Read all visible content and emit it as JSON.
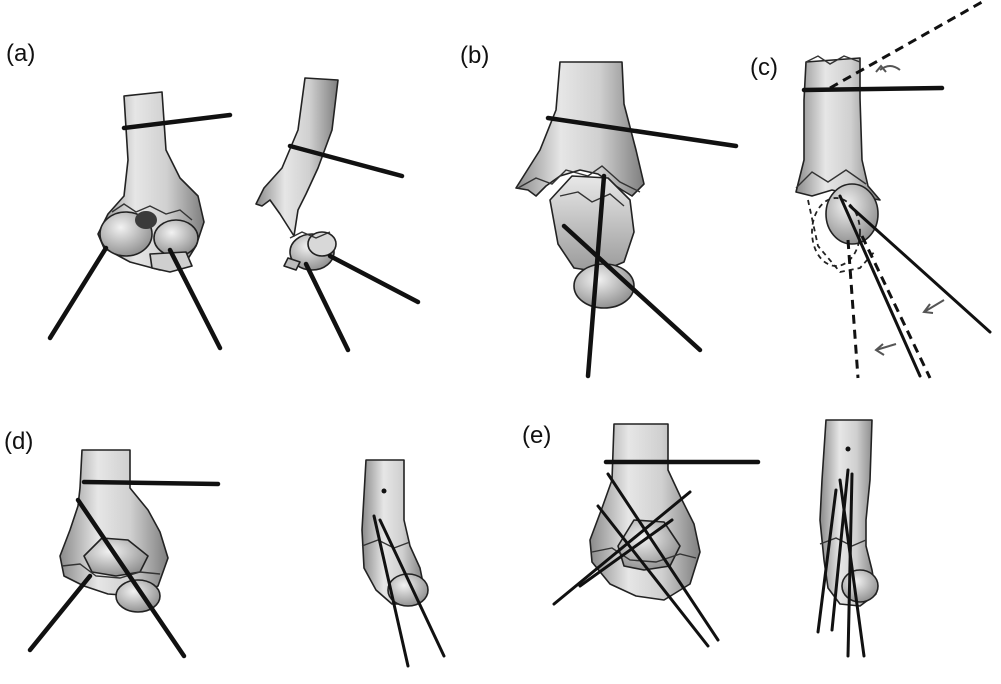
{
  "panels": [
    {
      "id": "a",
      "label": "(a)"
    },
    {
      "id": "b",
      "label": "(b)"
    },
    {
      "id": "c",
      "label": "(c)"
    },
    {
      "id": "d",
      "label": "(d)"
    },
    {
      "id": "e",
      "label": "(e)"
    }
  ],
  "colors": {
    "background": "#ffffff",
    "bone_light": "#e4e4e4",
    "bone_mid": "#b5b5b5",
    "bone_dark": "#7a7a7a",
    "wire": "#111111"
  }
}
